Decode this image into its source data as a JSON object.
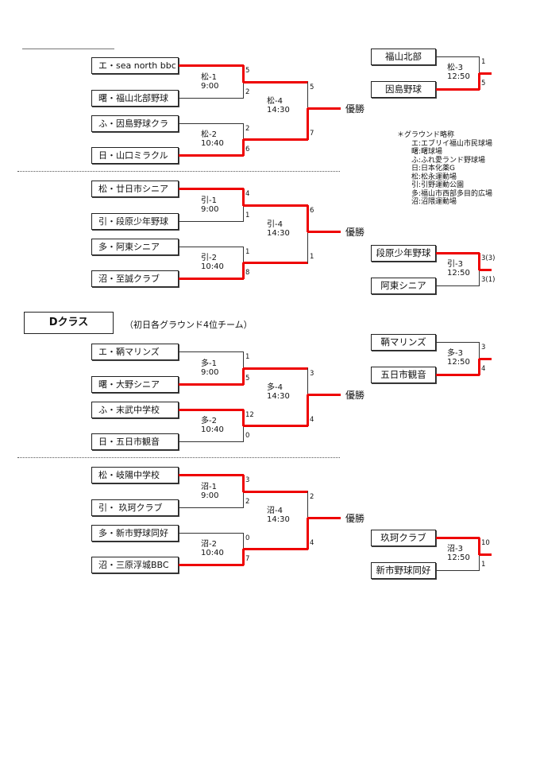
{
  "header": {
    "class_label": "Dクラス",
    "class_note": "（初日各グラウンド4位チーム）"
  },
  "legend": {
    "title": "＊グラウンド略称",
    "items": [
      "エ:エブリイ福山市民球場",
      "曙:曙球場",
      "ふ:ふれ愛ランド野球場",
      "日:日本化薬G",
      "松:松永運動場",
      "引:引野運動公園",
      "多:福山市西部多目的広場",
      "沼:沼隈運動場"
    ]
  },
  "winner_label": "優勝",
  "brackets": [
    {
      "teams": [
        "エ・sea north bbc",
        "曙・福山北部野球",
        "ふ・因島野球クラ",
        "日・山口ミラクル"
      ],
      "semis": [
        {
          "label": "松-1\n9:00",
          "scores": [
            "5",
            "2"
          ],
          "winner": 0
        },
        {
          "label": "松-2\n10:40",
          "scores": [
            "2",
            "6"
          ],
          "winner": 1
        }
      ],
      "final": {
        "label": "松-4\n14:30",
        "scores": [
          "5",
          "7"
        ],
        "winner": 1
      },
      "consolation": {
        "teams": [
          "福山北部",
          "因島野球"
        ],
        "label": "松-3\n12:50",
        "scores": [
          "1",
          "5"
        ],
        "winner": 1
      }
    },
    {
      "teams": [
        "松・廿日市シニア",
        "引・段原少年野球",
        "多・阿東シニア",
        "沼・至誠クラブ"
      ],
      "semis": [
        {
          "label": "引-1\n9:00",
          "scores": [
            "4",
            "1"
          ],
          "winner": 0
        },
        {
          "label": "引-2\n10:40",
          "scores": [
            "1",
            "8"
          ],
          "winner": 1
        }
      ],
      "final": {
        "label": "引-4\n14:30",
        "scores": [
          "6",
          "1"
        ],
        "winner": 0
      },
      "consolation": {
        "teams": [
          "段原少年野球",
          "阿東シニア"
        ],
        "label": "引-3\n12:50",
        "scores": [
          "3(3)",
          "3(1)"
        ],
        "winner": 0
      }
    },
    {
      "teams": [
        "エ・鞆マリンズ",
        "曙・大野シニア",
        "ふ・末武中学校",
        "日・五日市観音"
      ],
      "semis": [
        {
          "label": "多-1\n9:00",
          "scores": [
            "1",
            "5"
          ],
          "winner": 1
        },
        {
          "label": "多-2\n10:40",
          "scores": [
            "12",
            "0"
          ],
          "winner": 0
        }
      ],
      "final": {
        "label": "多-4\n14:30",
        "scores": [
          "3",
          "4"
        ],
        "winner": 1
      },
      "consolation": {
        "teams": [
          "鞆マリンズ",
          "五日市観音"
        ],
        "label": "多-3\n12:50",
        "scores": [
          "3",
          "4"
        ],
        "winner": 1
      }
    },
    {
      "teams": [
        "松・岐陽中学校",
        "引・ 玖珂クラブ",
        "多・新市野球同好",
        "沼・三原浮城BBC"
      ],
      "semis": [
        {
          "label": "沼-1\n9:00",
          "scores": [
            "3",
            "2"
          ],
          "winner": 0
        },
        {
          "label": "沼-2\n10:40",
          "scores": [
            "0",
            "7"
          ],
          "winner": 1
        }
      ],
      "final": {
        "label": "沼-4\n14:30",
        "scores": [
          "2",
          "4"
        ],
        "winner": 1
      },
      "consolation": {
        "teams": [
          "玖珂クラブ",
          "新市野球同好"
        ],
        "label": "沼-3\n12:50",
        "scores": [
          "10",
          "1"
        ],
        "winner": 0
      }
    }
  ],
  "colors": {
    "win_line": "#ee0000",
    "line": "#333333"
  }
}
